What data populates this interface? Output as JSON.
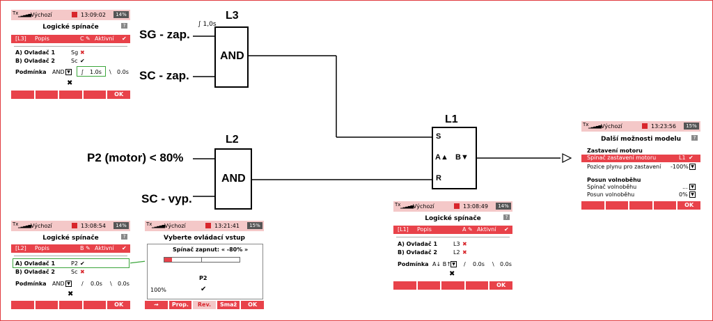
{
  "colors": {
    "accent": "#e8424a",
    "status_bar": "#f4c8c8",
    "highlight": "#3aa53a"
  },
  "diagram": {
    "inputs": {
      "sg": "SG - zap.",
      "sc": "SC - zap.",
      "p2": "P2 (motor) < 80%",
      "scv": "SC - vyp."
    },
    "gates": {
      "l3": {
        "title": "L3",
        "text": "AND",
        "annot": "∫ 1,0s"
      },
      "l2": {
        "title": "L2",
        "text": "AND"
      },
      "l1": {
        "title": "L1",
        "s": "S",
        "a": "A▲",
        "b": "B▼",
        "r": "R"
      }
    }
  },
  "scr1": {
    "tx": "Tx",
    "signal": "▁▂▃▄▅",
    "profile": "Výchozí",
    "time": "13:09:02",
    "battery": "14%",
    "title": "Logické spínače",
    "help": "?",
    "row": {
      "id": "[L3]",
      "popis": "Popis",
      "c": "C",
      "edit": "✎",
      "active": "Aktivní",
      "check": "✔"
    },
    "ctrl_a": {
      "label": "A) Ovladač 1",
      "value": "Sg",
      "mark": "✖"
    },
    "ctrl_b": {
      "label": "B) Ovladač 2",
      "value": "Sc",
      "mark": "✔"
    },
    "cond": {
      "label": "Podmínka",
      "op": "AND",
      "sel": "▼",
      "integral": "∫",
      "t1": "1.0s",
      "slash": "\\",
      "t2": "0.0s"
    },
    "xmark": "✖",
    "ok": "OK"
  },
  "scr2": {
    "tx": "Tx",
    "signal": "▁▂▃▄▅",
    "profile": "Výchozí",
    "time": "13:08:54",
    "battery": "14%",
    "title": "Logické spínače",
    "help": "?",
    "row": {
      "id": "[L2]",
      "popis": "Popis",
      "c": "B",
      "edit": "✎",
      "active": "Aktivní",
      "check": "✔"
    },
    "ctrl_a": {
      "label": "A) Ovladač 1",
      "value": "P2",
      "mark": "✔"
    },
    "ctrl_b": {
      "label": "B) Ovladač 2",
      "value": "Sc",
      "mark": "✖"
    },
    "cond": {
      "label": "Podmínka",
      "op": "AND",
      "sel": "▼",
      "integral": "/",
      "t1": "0.0s",
      "slash": "\\",
      "t2": "0.0s"
    },
    "xmark": "✖",
    "ok": "OK"
  },
  "scr3": {
    "tx": "Tx",
    "signal": "▁▂▃▄▅",
    "profile": "Výchozí",
    "time": "13:21:41",
    "battery": "15%",
    "title": "Vyberte ovládací vstup",
    "subtitle": "Spínač zapnut: « -80% »",
    "input": "P2",
    "percent": "100%",
    "check": "✔",
    "level": 0.1,
    "buttons": {
      "icon": "⇝",
      "prop": "Prop.",
      "rev": "Rev.",
      "smaz": "Smaž",
      "ok": "OK"
    }
  },
  "scr4": {
    "tx": "Tx",
    "signal": "▁▂▃▄▅",
    "profile": "Výchozí",
    "time": "13:08:49",
    "battery": "14%",
    "title": "Logické spínače",
    "help": "?",
    "row": {
      "id": "[L1]",
      "popis": "Popis",
      "c": "A",
      "edit": "✎",
      "active": "Aktivní",
      "check": "✔"
    },
    "ctrl_a": {
      "label": "A) Ovladač 1",
      "value": "L3",
      "mark": "✖"
    },
    "ctrl_b": {
      "label": "B) Ovladač 2",
      "value": "L2",
      "mark": "✖"
    },
    "cond": {
      "label": "Podmínka",
      "op": "A↓ B↑",
      "sel": "▼",
      "integral": "/",
      "t1": "0.0s",
      "slash": "\\",
      "t2": "0.0s"
    },
    "xmark": "✖",
    "ok": "OK"
  },
  "scr5": {
    "tx": "Tx",
    "signal": "▁▂▃▄▅",
    "profile": "Výchozí",
    "time": "13:23:56",
    "battery": "15%",
    "title": "Další možnosti modelu",
    "help": "?",
    "sec1": "Zastavení motoru",
    "r1": {
      "label": "Spínač zastavení motoru",
      "value": "L1",
      "mark": "✔"
    },
    "r2": {
      "label": "Pozice plynu pro zastavení",
      "value": "-100%",
      "sel": "▼"
    },
    "sec2": "Posun volnoběhu",
    "r3": {
      "label": "Spínač volnoběhu",
      "value": "...",
      "sel": "▼"
    },
    "r4": {
      "label": "Posun volnoběhu",
      "value": "0%",
      "sel": "▼"
    },
    "ok": "OK"
  }
}
